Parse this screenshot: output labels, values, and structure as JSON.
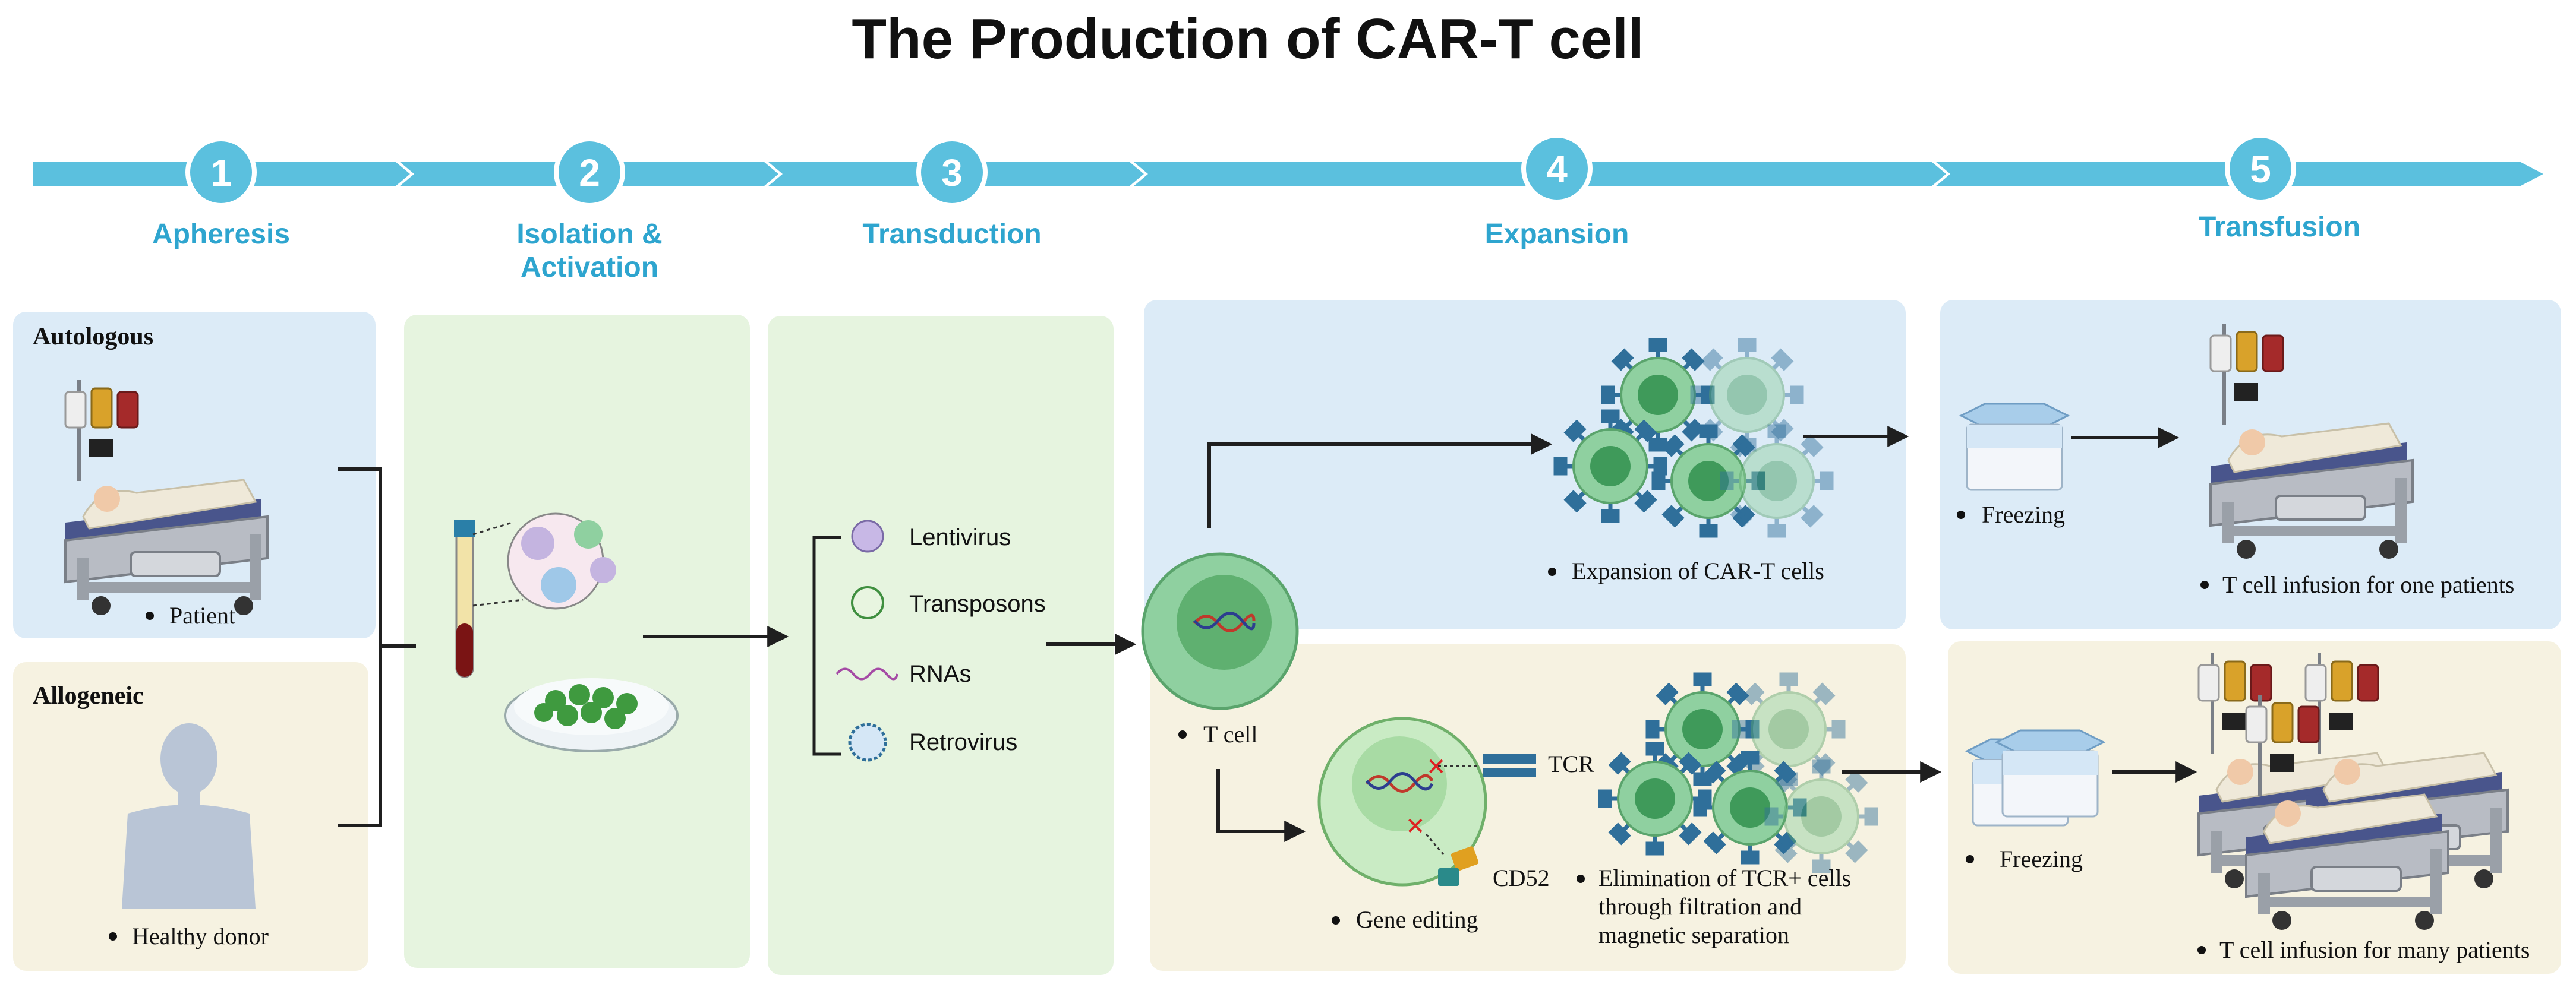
{
  "title": "The Production of CAR-T cell",
  "colors": {
    "accent": "#5bc0de",
    "blue_panel": "#dcebf7",
    "green_panel": "#e6f4df",
    "beige_panel": "#f6f2e1"
  },
  "steps": [
    {
      "number": "1",
      "label": "Apheresis"
    },
    {
      "number": "2",
      "label_line1": "Isolation &",
      "label_line2": "Activation"
    },
    {
      "number": "3",
      "label": "Transduction"
    },
    {
      "number": "4",
      "label": "Expansion"
    },
    {
      "number": "5",
      "label": "Transfusion"
    }
  ],
  "apheresis": {
    "autologous_heading": "Autologous",
    "patient_label": "Patient",
    "allogeneic_heading": "Allogeneic",
    "donor_label": "Healthy donor"
  },
  "transduction": {
    "vectors": [
      "Lentivirus",
      "Transposons",
      "RNAs",
      "Retrovirus"
    ]
  },
  "expansion": {
    "tcell_label": "T cell",
    "car_t_label": "Expansion of CAR-T cells",
    "gene_editing_label": "Gene editing",
    "tcr_label": "TCR",
    "cd52_label": "CD52",
    "elimination_line1": "Elimination of TCR+ cells",
    "elimination_line2": "through filtration and",
    "elimination_line3": "magnetic separation"
  },
  "transfusion": {
    "freezing_top": "Freezing",
    "infusion_one": "T cell infusion for one patients",
    "freezing_bottom": "Freezing",
    "infusion_many": "T cell infusion for many patients"
  },
  "icons": [
    "hospital-bed-icon",
    "person-icon",
    "blood-tube-icon",
    "petri-dish-icon",
    "virus-icon",
    "dna-icon",
    "car-t-cell-icon",
    "freezer-box-icon"
  ]
}
